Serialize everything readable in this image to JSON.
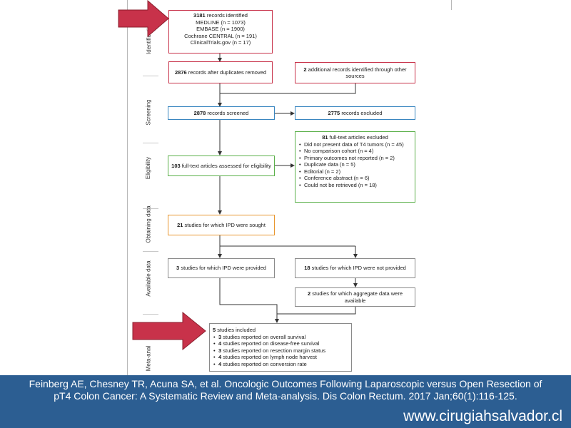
{
  "colors": {
    "identification_border": "#c8324a",
    "screening_border": "#3a86c0",
    "eligibility_border": "#5bb04a",
    "obtaining_border": "#e8962e",
    "arrow_highlight": "#c8324a",
    "footer_background": "#2c5e92"
  },
  "stages": {
    "identification": "Identification",
    "screening": "Screening",
    "eligibility": "Eligibility",
    "obtaining": "Obtaining data",
    "available": "Available data",
    "meta": "Meta-anal"
  },
  "boxes": {
    "identified": {
      "count": "3181",
      "label": "records identified",
      "sources": [
        "MEDLINE (n = 1073)",
        "EMBASE (n = 1900)",
        "Cochrane CENTRAL (n = 191)",
        "ClinicalTrials.gov (n = 17)"
      ]
    },
    "after_duplicates": {
      "count": "2876",
      "label": "records after duplicates removed"
    },
    "additional": {
      "count": "2",
      "label": "additional records identified through other sources"
    },
    "screened": {
      "count": "2878",
      "label": "records screened"
    },
    "excluded": {
      "count": "2775",
      "label": "records excluded"
    },
    "fulltext_excluded": {
      "count": "81",
      "label": "full-text articles excluded",
      "reasons": [
        "Did not present data of T4 tumors (n = 45)",
        "No comparison cohort (n = 4)",
        "Primary outcomes not reported (n = 2)",
        "Duplicate data (n = 5)",
        "Editorial (n = 2)",
        "Conference abstract (n = 6)",
        "Could not be retrieved (n = 18)"
      ]
    },
    "assessed": {
      "count": "103",
      "label": "full-text articles assessed for eligibility"
    },
    "ipd_sought": {
      "count": "21",
      "label": "studies for which IPD were sought"
    },
    "ipd_provided": {
      "count": "3",
      "label": "studies for which IPD were provided"
    },
    "ipd_not_provided": {
      "count": "18",
      "label": "studies for which IPD were not provided"
    },
    "aggregate": {
      "count": "2",
      "label": "studies for which aggregate data were available"
    },
    "included": {
      "count": "5",
      "label": "studies included",
      "items": [
        {
          "count": "3",
          "label": "studies reported on overall survival"
        },
        {
          "count": "4",
          "label": "studies reported on disease-free survival"
        },
        {
          "count": "3",
          "label": "studies reported on resection margin status"
        },
        {
          "count": "4",
          "label": "studies reported on lymph node harvest"
        },
        {
          "count": "4",
          "label": "studies reported on conversion rate"
        }
      ]
    }
  },
  "footer": {
    "citation": "Feinberg AE, Chesney TR, Acuna SA, et al. Oncologic Outcomes Following Laparoscopic versus Open Resection of pT4 Colon Cancer: A Systematic Review and Meta-analysis. Dis Colon Rectum. 2017 Jan;60(1):116-125.",
    "website": "www.cirugiahsalvador.cl"
  }
}
